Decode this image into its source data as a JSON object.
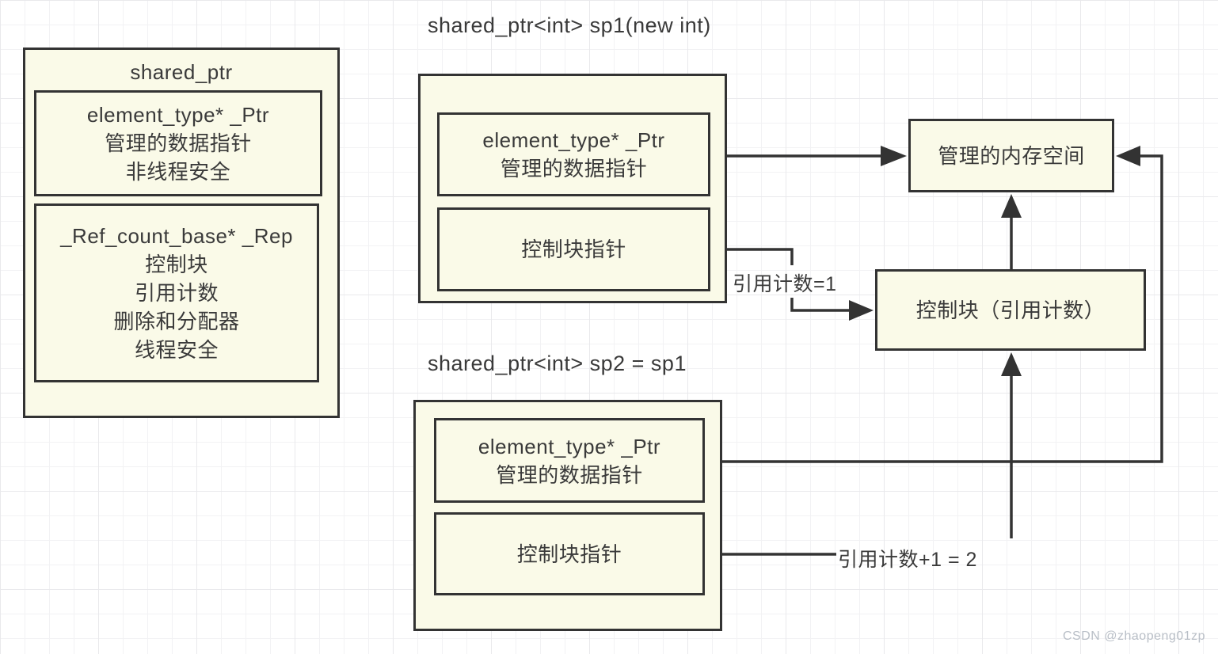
{
  "colors": {
    "box_fill": "#fafae8",
    "box_border": "#333333",
    "text": "#3a3a3a",
    "grid": "#e9e9ec",
    "watermark": "#b9bfc7"
  },
  "shared_ptr_class": {
    "title": "shared_ptr",
    "ptr_field": {
      "lines": [
        "element_type* _Ptr",
        "管理的数据指针",
        "非线程安全"
      ]
    },
    "rep_field": {
      "lines": [
        "_Ref_count_base* _Rep",
        "控制块",
        "引用计数",
        "删除和分配器",
        "线程安全"
      ]
    }
  },
  "sp1": {
    "label": "shared_ptr<int> sp1(new int)",
    "ptr_field": {
      "lines": [
        "element_type* _Ptr",
        "管理的数据指针"
      ]
    },
    "ctrl_field": {
      "lines": [
        "控制块指针"
      ]
    }
  },
  "sp2": {
    "label": "shared_ptr<int> sp2 = sp1",
    "ptr_field": {
      "lines": [
        "element_type* _Ptr",
        "管理的数据指针"
      ]
    },
    "ctrl_field": {
      "lines": [
        "控制块指针"
      ]
    }
  },
  "memory_box": {
    "label": "管理的内存空间"
  },
  "control_block_box": {
    "label": "控制块（引用计数）"
  },
  "annotations": {
    "ref_count_sp1": "引用计数=1",
    "ref_count_sp2": "引用计数+1 = 2"
  },
  "watermark": {
    "text": "CSDN @zhaopeng01zp"
  }
}
